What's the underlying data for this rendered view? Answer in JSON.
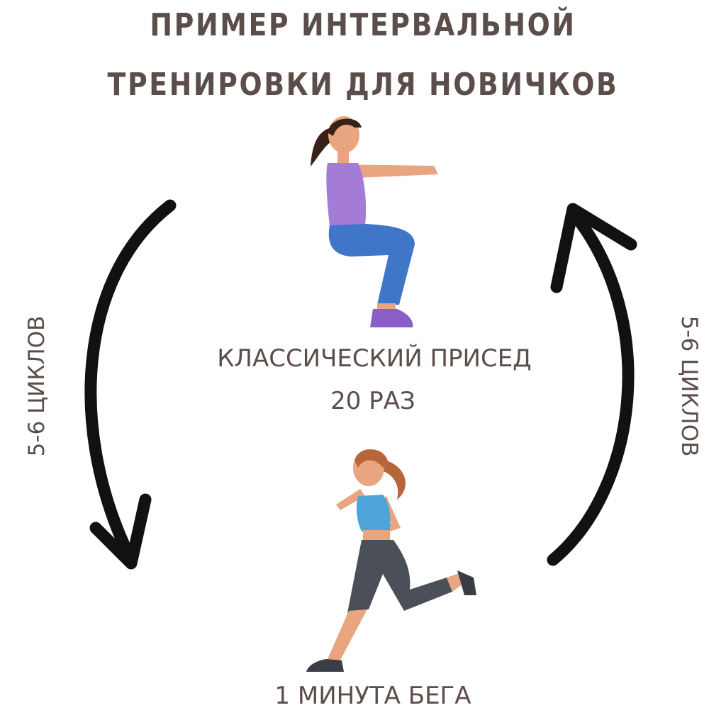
{
  "title": {
    "line1": "ПРИМЕР ИНТЕРВАЛЬНОЙ",
    "line2": "ТРЕНИРОВКИ ДЛЯ НОВИЧКОВ"
  },
  "squat": {
    "name": "КЛАССИЧЕСКИЙ ПРИСЕД",
    "reps": "20 РАЗ"
  },
  "run": {
    "label": "1 МИНУТА БЕГА"
  },
  "cycles": {
    "left": "5-6 ЦИКЛОВ",
    "right": "5-6 ЦИКЛОВ"
  },
  "colors": {
    "text": "#5b4e4a",
    "arrow": "#111111",
    "skin": "#e9a57f",
    "hair": "#3a2118",
    "run_hair": "#b7653a",
    "squat_top": "#a47cd8",
    "squat_pants": "#3f76c8",
    "squat_shoes": "#8a5ec6",
    "run_top": "#4ea3d8",
    "run_pants": "#4b4f57"
  }
}
